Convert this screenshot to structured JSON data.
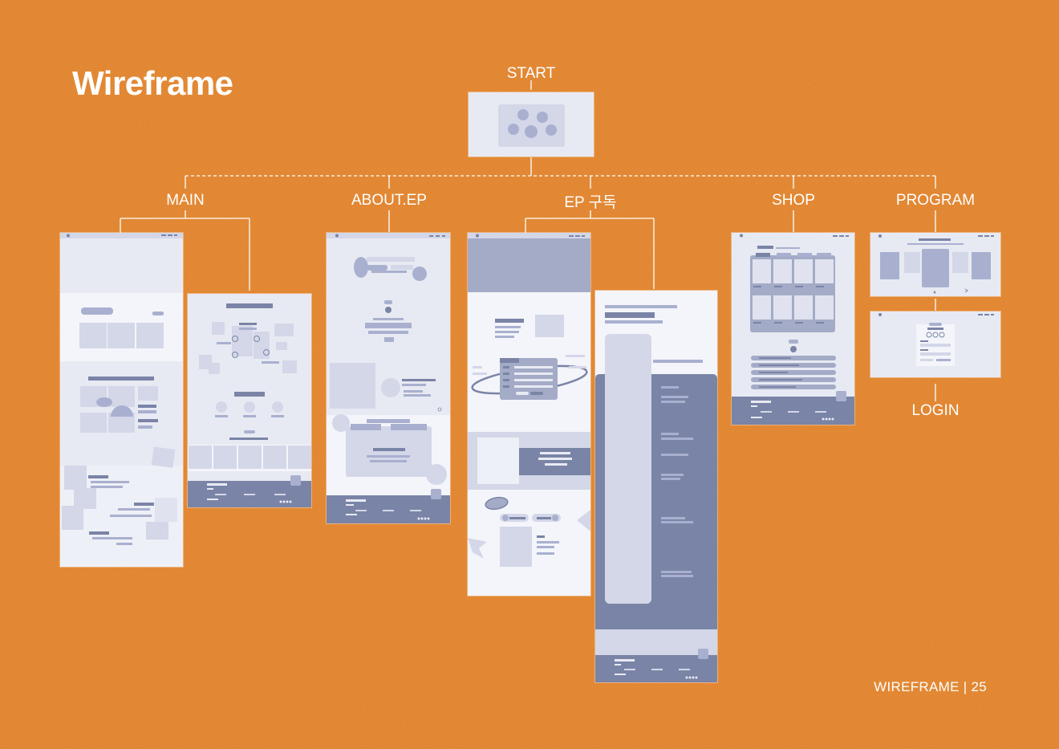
{
  "title": "Wireframe",
  "footer": "WIREFRAME | 25",
  "nodes": {
    "start": "START",
    "main": "MAIN",
    "about": "ABOUT.EP",
    "ep": "EP 구독",
    "shop": "SHOP",
    "program": "PROGRAM",
    "login": "LOGIN"
  },
  "colors": {
    "background": "#EE8F37",
    "page": "#E8EAF3",
    "block": "#D3D7E8",
    "dark": "#7A84A6",
    "line": "#FFFFFF"
  }
}
